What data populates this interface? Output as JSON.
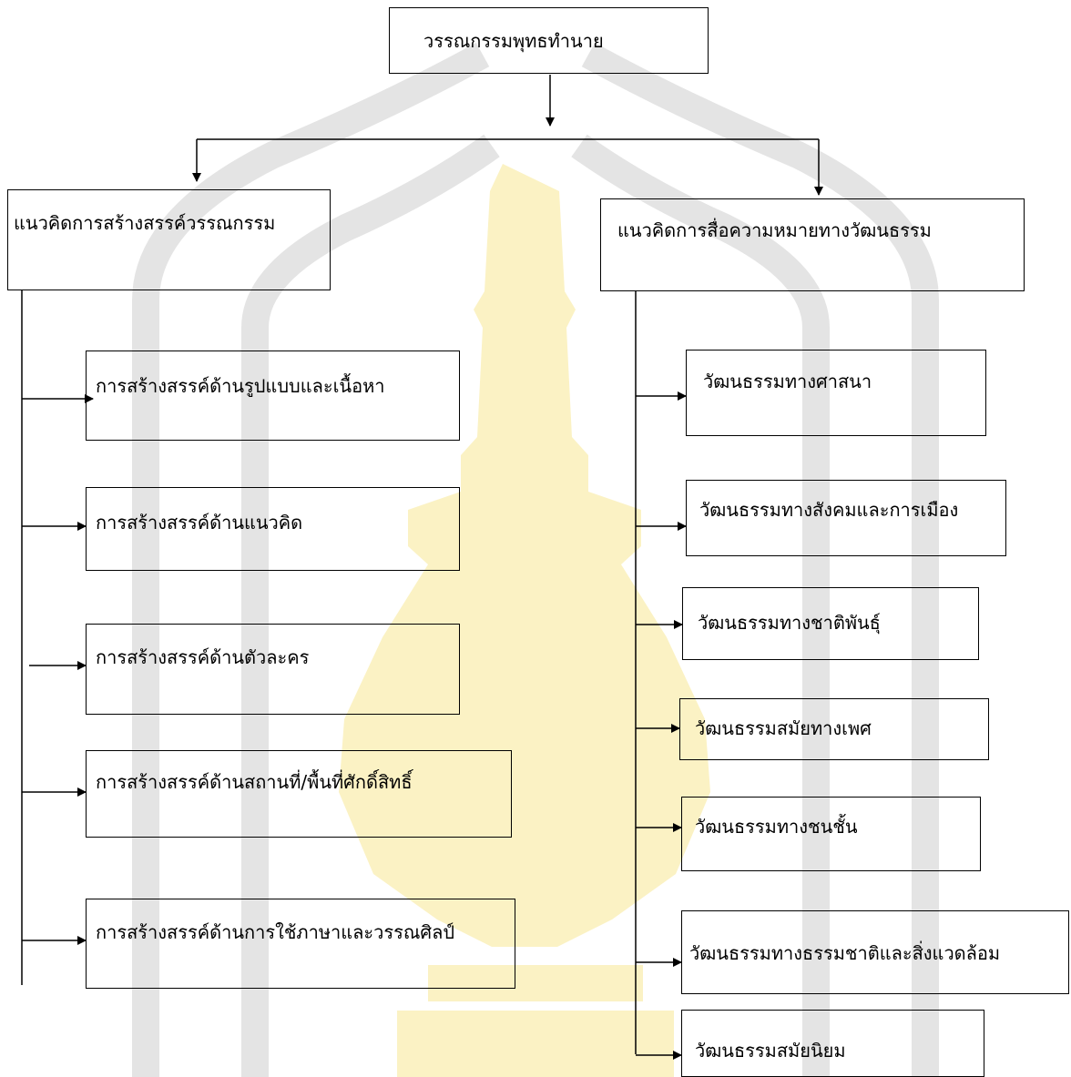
{
  "diagram": {
    "root": {
      "label": "วรรณกรรมพุทธทำนาย"
    },
    "branches": [
      {
        "label": "แนวคิดการสร้างสรรค์วรรณกรรม",
        "items": [
          "การสร้างสรรค์ด้านรูปแบบและเนื้อหา",
          "การสร้างสรรค์ด้านแนวคิด",
          "การสร้างสรรค์ด้านตัวละคร",
          "การสร้างสรรค์ด้านสถานที่/พื้นที่ศักดิ์สิทธิ์",
          "การสร้างสรรค์ด้านการใช้ภาษาและวรรณศิลป์"
        ]
      },
      {
        "label": "แนวคิดการสื่อความหมายทางวัฒนธรรม",
        "items": [
          "วัฒนธรรมทางศาสนา",
          "วัฒนธรรมทางสังคมและการเมือง",
          "วัฒนธรรมทางชาติพันธุ์",
          "วัฒนธรรมสมัยทางเพศ",
          "วัฒนธรรมทางชนชั้น",
          "วัฒนธรรมทางธรรมชาติและสิ่งแวดล้อม",
          "วัฒนธรรมสมัยนิยม"
        ]
      }
    ]
  },
  "colors": {
    "line": "#000000",
    "box_border": "#000000",
    "background": "#ffffff",
    "watermark_grey": "#e4e4e4",
    "watermark_yellow": "#fbf2c4"
  }
}
